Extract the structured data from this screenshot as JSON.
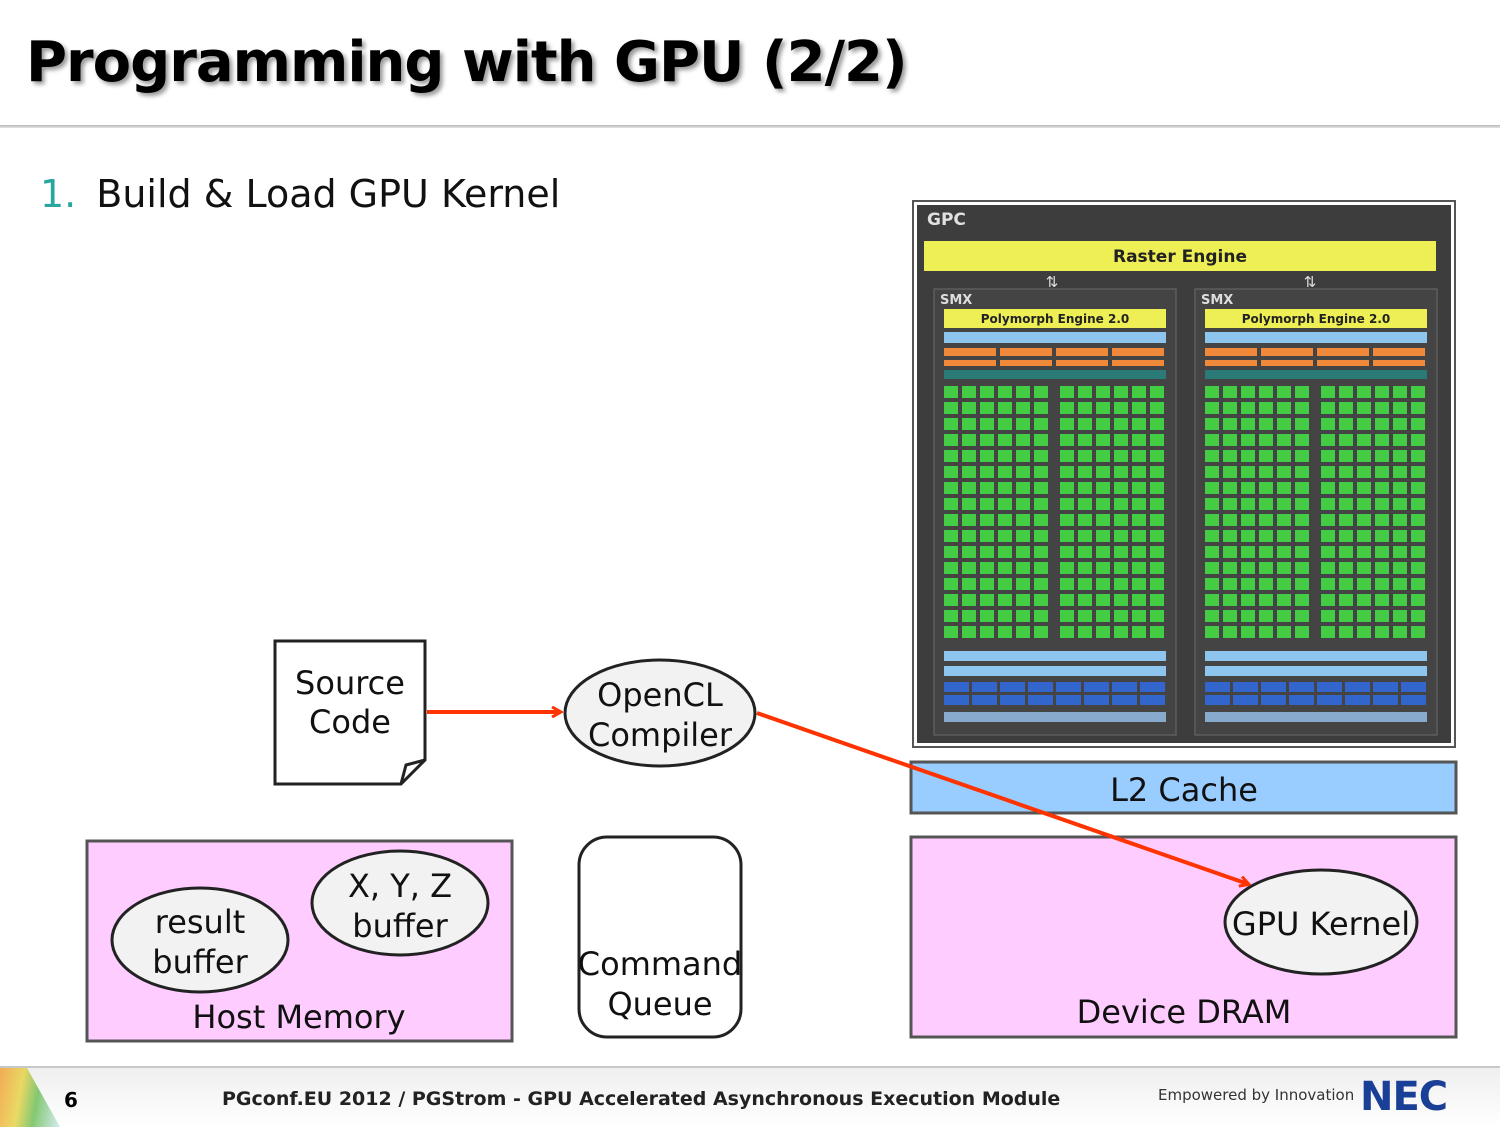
{
  "slide": {
    "title": "Programming with GPU (2/2)",
    "bullet_number": "1.",
    "bullet_text": "Build & Load GPU Kernel"
  },
  "diagram": {
    "source_code": [
      "Source",
      "Code"
    ],
    "opencl_compiler": [
      "OpenCL",
      "Compiler"
    ],
    "host_memory": "Host Memory",
    "result_buffer": [
      "result",
      "buffer"
    ],
    "xyz_buffer": [
      "X, Y, Z",
      "buffer"
    ],
    "command_queue": [
      "Command",
      "Queue"
    ],
    "l2_cache": "L2 Cache",
    "device_dram": "Device DRAM",
    "gpu_kernel": "GPU Kernel",
    "gpc": {
      "label": "GPC",
      "raster_engine": "Raster Engine",
      "smx_label": "SMX",
      "polymorph_engine": "Polymorph Engine 2.0"
    },
    "colors": {
      "memory_fill": "#ffccff",
      "cache_fill": "#99ccff",
      "arrow": "#ff3300",
      "ellipse_fill": "#f2f2f2"
    }
  },
  "footer": {
    "page_number": "6",
    "text": "PGconf.EU 2012 / PGStrom - GPU Accelerated Asynchronous Execution Module",
    "tagline": "Empowered by Innovation",
    "logo": "NEC"
  }
}
